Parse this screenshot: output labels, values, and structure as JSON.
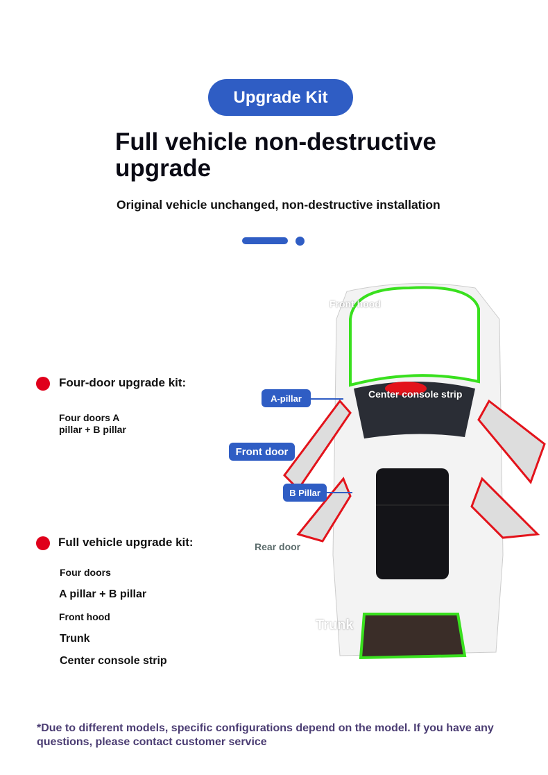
{
  "header": {
    "badge": "Upgrade Kit",
    "title": "Full vehicle non-destructive upgrade",
    "subtitle": "Original vehicle unchanged, non-destructive installation"
  },
  "kits": [
    {
      "heading": "Four-door upgrade kit:",
      "items": [
        "Four doors A pillar + B pillar"
      ]
    },
    {
      "heading": "Full vehicle upgrade kit:",
      "items": [
        "Four doors",
        "A pillar + B pillar",
        "Front hood",
        "Trunk",
        "Center console strip"
      ]
    }
  ],
  "car_labels": {
    "front_hood": "Front hood",
    "a_pillar": "A-pillar",
    "center_console": "Center console strip",
    "front_door": "Front door",
    "b_pillar": "B Pillar",
    "rear_door": "Rear door",
    "trunk": "Trunk"
  },
  "footnote": "*Due to different models, specific configurations depend on the model. If you have any questions, please contact customer service",
  "colors": {
    "accent": "#2f5dc4",
    "bullet": "#e0001b",
    "seal_green": "#39e01e",
    "seal_red": "#e3131b"
  }
}
